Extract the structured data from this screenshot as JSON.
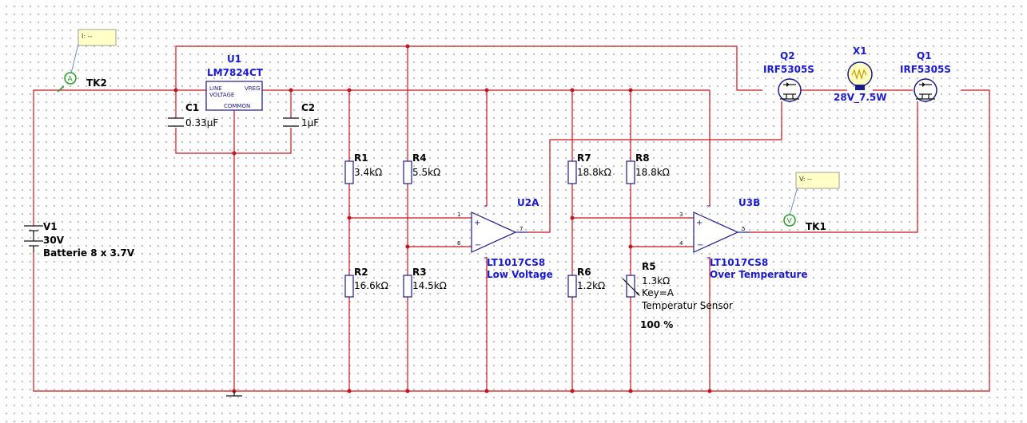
{
  "probes": {
    "current": "I: --",
    "voltage": "V: --"
  },
  "testpoints": {
    "tk1": "TK1",
    "tk2": "TK2"
  },
  "v1": {
    "ref": "V1",
    "value": "30V",
    "desc": "Batterie 8 x 3.7V"
  },
  "u1": {
    "ref": "U1",
    "part": "LM7824CT",
    "line": "LINE",
    "voltage": "VOLTAGE",
    "vreg": "VREG",
    "common": "COMMON"
  },
  "c1": {
    "ref": "C1",
    "value": "0.33µF"
  },
  "c2": {
    "ref": "C2",
    "value": "1µF"
  },
  "r1": {
    "ref": "R1",
    "value": "3.4kΩ"
  },
  "r2": {
    "ref": "R2",
    "value": "16.6kΩ"
  },
  "r3": {
    "ref": "R3",
    "value": "14.5kΩ"
  },
  "r4": {
    "ref": "R4",
    "value": "5.5kΩ"
  },
  "r5": {
    "ref": "R5",
    "value": "1.3kΩ",
    "key": "Key=A",
    "desc": "Temperatur Sensor",
    "percent": "100 %"
  },
  "r6": {
    "ref": "R6",
    "value": "1.2kΩ"
  },
  "r7": {
    "ref": "R7",
    "value": "18.8kΩ"
  },
  "r8": {
    "ref": "R8",
    "value": "18.8kΩ"
  },
  "u2a": {
    "ref": "U2A",
    "part": "LT1017CS8",
    "desc": "Low Voltage",
    "pin_plus": "1",
    "pin_minus": "6",
    "pin_out": "7"
  },
  "u3b": {
    "ref": "U3B",
    "part": "LT1017CS8",
    "desc": "Over Temperature",
    "pin_plus": "3",
    "pin_minus": "4",
    "pin_out": "5"
  },
  "q1": {
    "ref": "Q1",
    "part": "IRF5305S"
  },
  "q2": {
    "ref": "Q2",
    "part": "IRF5305S"
  },
  "x1": {
    "ref": "X1",
    "value": "28V_7.5W"
  }
}
